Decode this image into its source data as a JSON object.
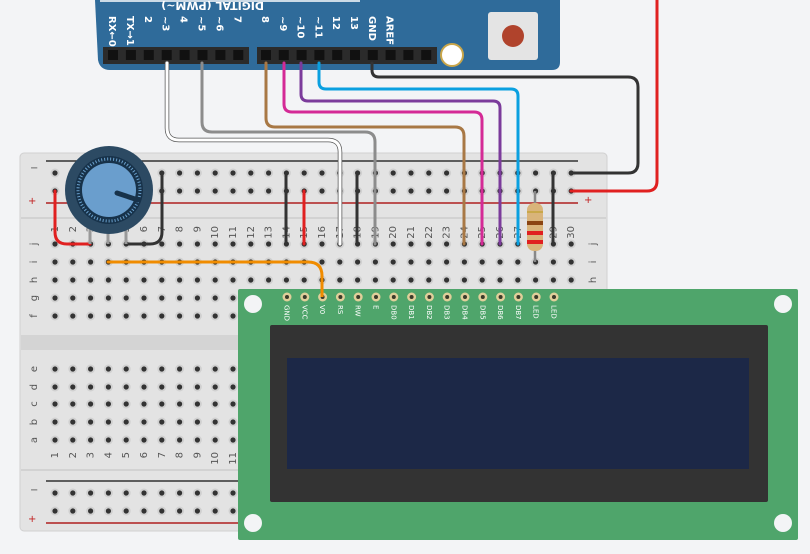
{
  "arduino": {
    "header_title": "DIGITAL (PWM~)",
    "pins_left": [
      "RX←0",
      "TX→1",
      "2",
      "~3",
      "4",
      "~5",
      "~6",
      "7"
    ],
    "pins_right": [
      "8",
      "~9",
      "~10",
      "~11",
      "12",
      "13",
      "GND",
      "AREF"
    ],
    "board_color": "#2f6b9a"
  },
  "breadboard": {
    "rows_top": [
      "j",
      "i",
      "h",
      "g",
      "f"
    ],
    "rows_bottom": [
      "e",
      "d",
      "c",
      "b",
      "a"
    ],
    "rail_minus": "−",
    "rail_plus": "+",
    "columns": [
      "1",
      "2",
      "3",
      "4",
      "5",
      "6",
      "7",
      "8",
      "9",
      "10",
      "11",
      "12",
      "13",
      "14",
      "15",
      "16",
      "17",
      "18",
      "19",
      "20",
      "21",
      "22",
      "23",
      "24",
      "25",
      "26",
      "27",
      "28",
      "29",
      "30"
    ]
  },
  "lcd": {
    "pins": [
      "GND",
      "VCC",
      "V0",
      "RS",
      "RW",
      "E",
      "DB0",
      "DB1",
      "DB2",
      "DB3",
      "DB4",
      "DB5",
      "DB6",
      "DB7",
      "LED",
      "LED"
    ],
    "board_color": "#4fa56b",
    "screen_color": "#1c2847"
  },
  "wire_colors": {
    "red": "#e02020",
    "black": "#333333",
    "white": "#ffffff",
    "grey": "#8c8c8c",
    "brown": "#a87845",
    "magenta": "#d42a96",
    "purple": "#7b3b9b",
    "blue": "#0aa0e0",
    "orange": "#f08c00"
  }
}
